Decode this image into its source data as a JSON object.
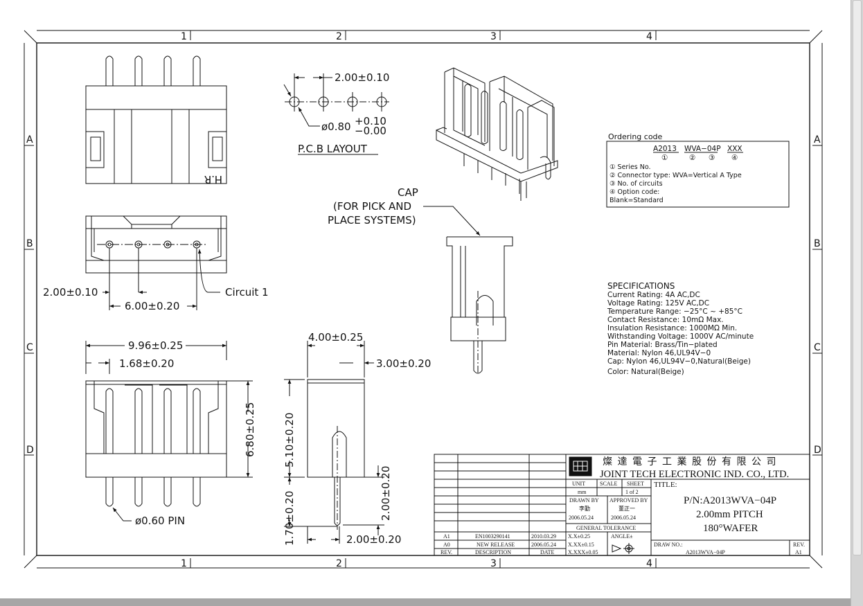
{
  "zones": {
    "cols": [
      "1",
      "2",
      "3",
      "4"
    ],
    "rows": [
      "A",
      "B",
      "C",
      "D"
    ]
  },
  "pcb_layout": {
    "title": "P.C.B LAYOUT",
    "pitch": "2.00±0.10",
    "hole_prefix": "ø0.80",
    "hole_tol_plus": "+0.10",
    "hole_tol_minus": "−0.00"
  },
  "cap": {
    "line1": "CAP",
    "line2": "(FOR PICK AND",
    "line3": "PLACE SYSTEMS)"
  },
  "top_view": {
    "label": "H.R"
  },
  "bottom_view": {
    "pitch": "2.00±0.10",
    "span": "6.00±0.20",
    "circuit": "Circuit 1"
  },
  "front_view": {
    "width": "9.96±0.25",
    "offset": "1.68±0.20",
    "height": "6.80±0.25",
    "pin": "ø0.60 PIN"
  },
  "side_view": {
    "top": "4.00±0.25",
    "right": "3.00±0.20",
    "height": "5.10±0.20",
    "tail": "1.70±0.20",
    "pin": "2.00±0.20",
    "bottom": "2.00±0.20"
  },
  "ordering": {
    "title": "Ordering code",
    "parts": [
      "A2013",
      "WVA−04P",
      "XXX"
    ],
    "nums": [
      "①",
      "②",
      "③",
      "④"
    ],
    "lines": [
      "① Series No.",
      "② Connector type: WVA=Vertical A Type",
      "③ No. of circuits",
      "④ Option code:",
      "Blank=Standard"
    ]
  },
  "specs": {
    "title": "SPECIFICATIONS",
    "lines": [
      "Current Rating: 4A AC,DC",
      "Voltage Rating: 125V AC,DC",
      "Temperature Range: −25°C ~ +85°C",
      "Contact Resistance: 10mΩ Max.",
      "Insulation Resistance: 1000MΩ Min.",
      "Withstanding Voltage: 1000V AC/minute",
      "Pin Material: Brass/Tin−plated",
      "Material: Nylon 46,UL94V−0",
      "Cap: Nylon 46,UL94V−0,Natural(Beige)",
      "Color: Natural(Beige)"
    ]
  },
  "title_block": {
    "company_cn": "燦 達 電 子 工 業 股 份 有 限 公 司",
    "company_en": "JOINT TECH ELECTRONIC IND. CO., LTD.",
    "unit_label": "UNIT",
    "unit": "mm",
    "scale_label": "SCALE",
    "sheet_label": "SHEET",
    "sheet": "1 of 2",
    "title_label": "TITLE:",
    "drawn_label": "DRAWN BY",
    "drawn_name": "李勤",
    "drawn_date": "2006.05.24",
    "approved_label": "APPROVED BY",
    "approved_name": "董正一",
    "approved_date": "2006.05.24",
    "tolerance_label": "GENERAL TOLERANCE",
    "tol1": "X.X±0.25",
    "tol2": "X.XX±0.15",
    "tol3": "X.XXX±0.05",
    "angle": "ANGLE±",
    "pn": "P/N:A2013WVA−04P",
    "pitch": "2.00mm PITCH",
    "type": "180°WAFER",
    "draw_no_label": "DRAW NO.:",
    "draw_no": "A2013WVA−04P",
    "rev_label": "REV.",
    "rev": "A1",
    "revisions": [
      {
        "rev": "A1",
        "desc": "EN1003290141",
        "date": "2010.03.29"
      },
      {
        "rev": "A0",
        "desc": "NEW RELEASE",
        "date": "2006.05.24"
      }
    ],
    "rev_headers": [
      "REV.",
      "DESCRIPTION",
      "DATE"
    ]
  }
}
